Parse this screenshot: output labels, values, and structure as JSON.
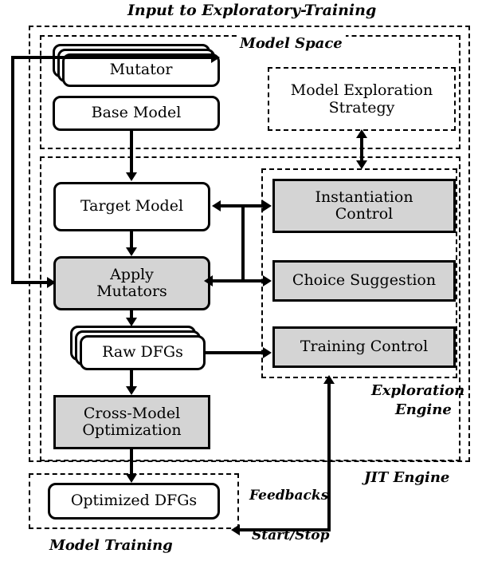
{
  "diagram": {
    "title": "Input to Exploratory-Training",
    "regions": {
      "model_space": "Model Space",
      "exploration_engine_line1": "Exploration",
      "exploration_engine_line2": "Engine",
      "jit_engine": "JIT Engine",
      "model_training": "Model Training"
    },
    "nodes": {
      "mutator": "Mutator",
      "base_model": "Base Model",
      "model_exploration_strategy_line1": "Model Exploration",
      "model_exploration_strategy_line2": "Strategy",
      "target_model": "Target Model",
      "instantiation_control_line1": "Instantiation",
      "instantiation_control_line2": "Control",
      "apply_mutators_line1": "Apply",
      "apply_mutators_line2": "Mutators",
      "choice_suggestion": "Choice Suggestion",
      "raw_dfgs": "Raw DFGs",
      "training_control": "Training Control",
      "cross_model_optimization_line1": "Cross-Model",
      "cross_model_optimization_line2": "Optimization",
      "optimized_dfgs": "Optimized DFGs"
    },
    "edge_labels": {
      "feedbacks": "Feedbacks",
      "start_stop": "Start/Stop"
    },
    "colors": {
      "gray_fill": "#d4d4d4",
      "stroke": "#000000",
      "background": "#ffffff"
    }
  }
}
